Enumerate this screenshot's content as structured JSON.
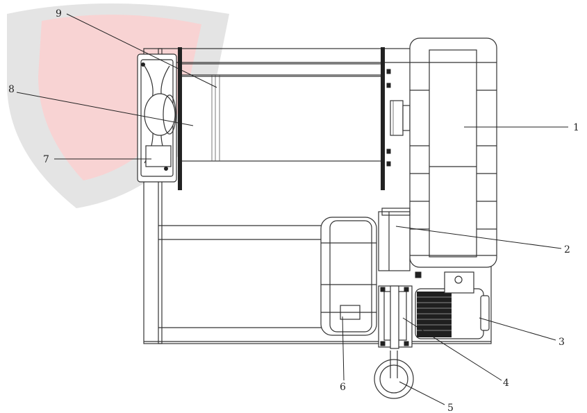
{
  "watermark": {
    "color": "#e23a3a",
    "shadow_color": "#8a8a8a"
  },
  "callouts": [
    {
      "id": "1",
      "label": "1"
    },
    {
      "id": "2",
      "label": "2"
    },
    {
      "id": "3",
      "label": "3"
    },
    {
      "id": "4",
      "label": "4"
    },
    {
      "id": "5",
      "label": "5"
    },
    {
      "id": "6",
      "label": "6"
    },
    {
      "id": "7",
      "label": "7"
    },
    {
      "id": "8",
      "label": "8"
    },
    {
      "id": "9",
      "label": "9"
    }
  ]
}
